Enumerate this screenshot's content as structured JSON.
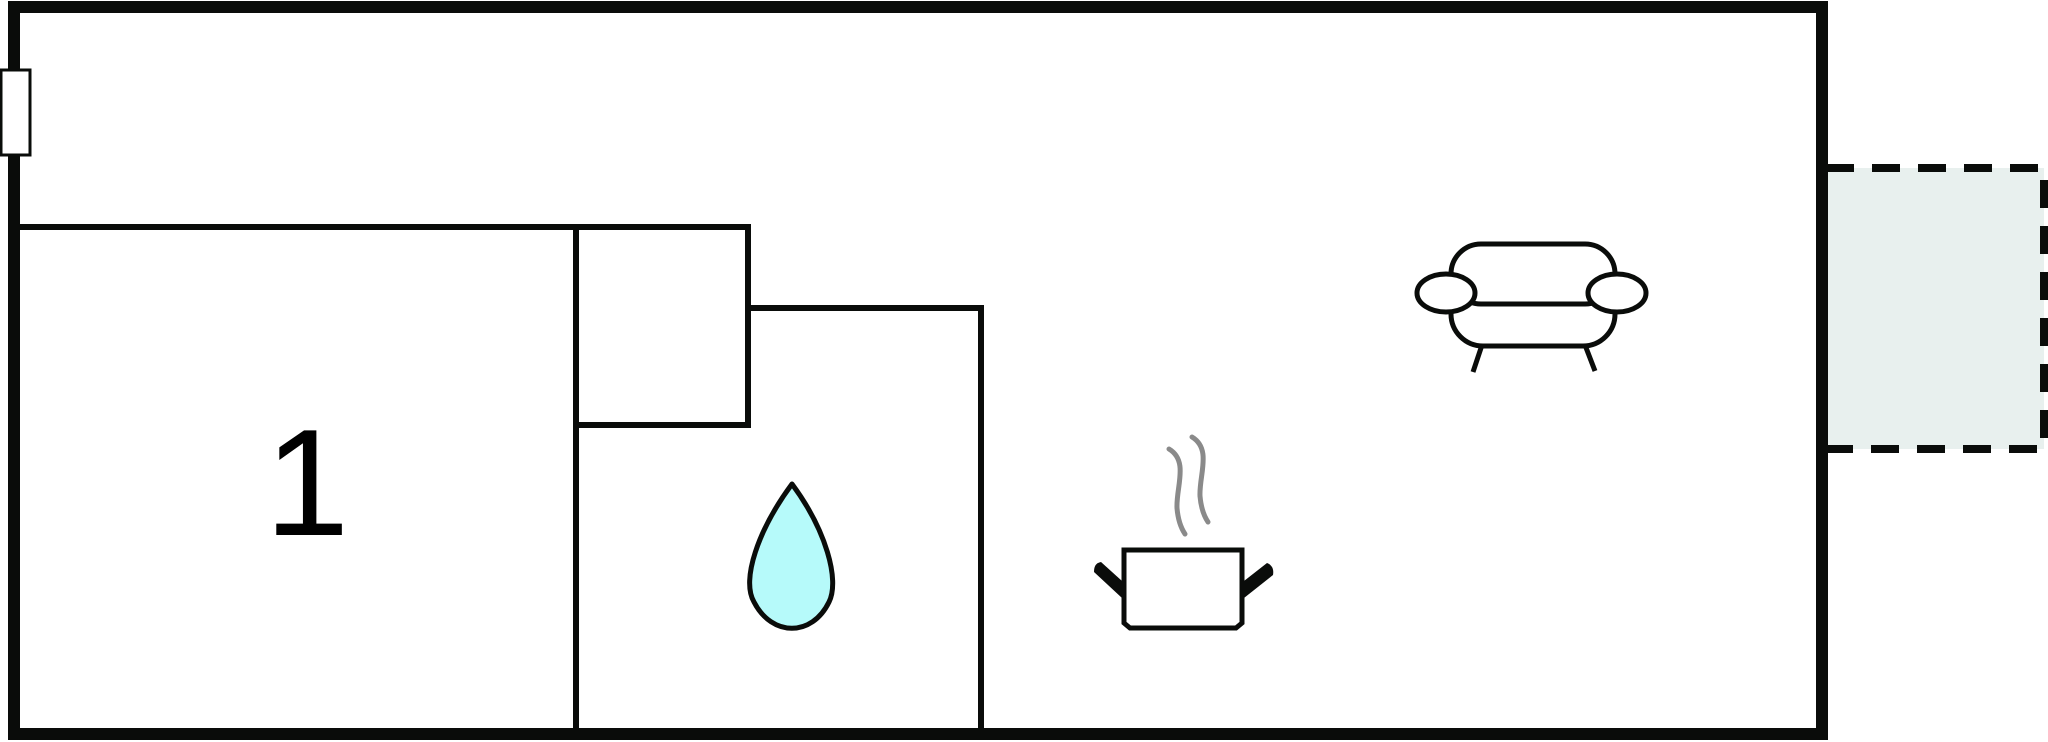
{
  "floorplan": {
    "rooms": [
      {
        "id": "bedroom",
        "label": "1"
      },
      {
        "id": "storage"
      },
      {
        "id": "bathroom",
        "icon": "water-drop-icon"
      },
      {
        "id": "living-kitchen",
        "icons": [
          "cooking-pot-icon",
          "sofa-icon"
        ]
      },
      {
        "id": "terrace",
        "style": "dashed-outline"
      }
    ],
    "window_count": 1
  },
  "colors": {
    "wall": "#0a0c0a",
    "water_drop_fill": "#b6fafa",
    "steam": "#8a8a8a",
    "terrace_fill": "#e8f0ee"
  }
}
